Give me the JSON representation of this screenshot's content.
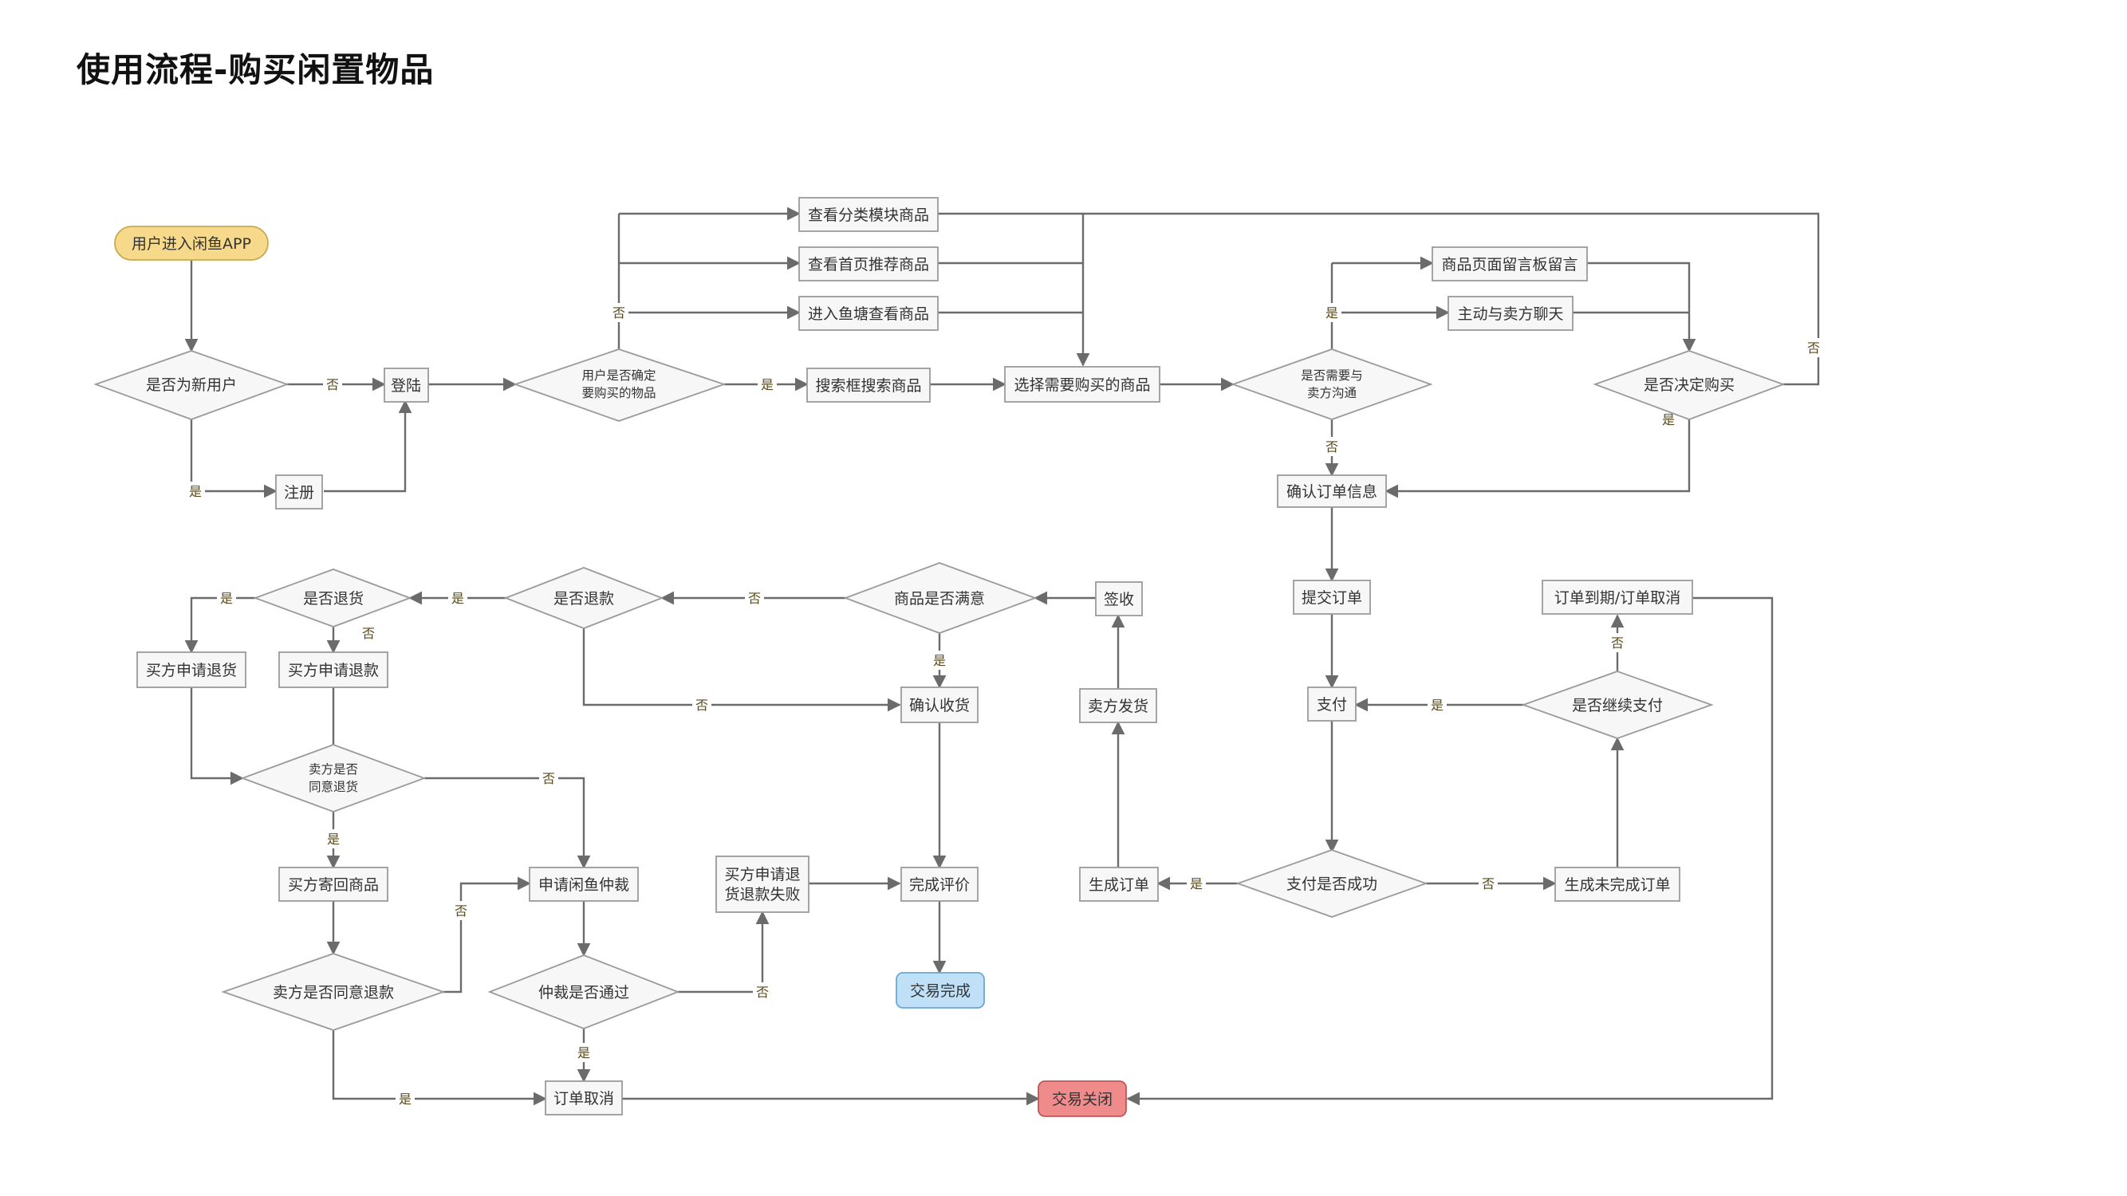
{
  "title": "使用流程-购买闲置物品",
  "nodes": {
    "start": "用户进入闲鱼APP",
    "is_new_user": "是否为新用户",
    "login": "登陆",
    "register": "注册",
    "sure_item": [
      "用户是否确定",
      "要购买的物品"
    ],
    "browse_category": "查看分类模块商品",
    "browse_home": "查看首页推荐商品",
    "browse_pond": "进入鱼塘查看商品",
    "search": "搜索框搜索商品",
    "select_item": "选择需要购买的商品",
    "need_talk": [
      "是否需要与",
      "卖方沟通"
    ],
    "leave_message": "商品页面留言板留言",
    "chat_seller": "主动与卖方聊天",
    "decide_buy": "是否决定购买",
    "confirm_order": "确认订单信息",
    "submit_order": "提交订单",
    "pay": "支付",
    "pay_success": "支付是否成功",
    "gen_order": "生成订单",
    "gen_unfinished": "生成未完成订单",
    "continue_pay": "是否继续支付",
    "order_expired": "订单到期/订单取消",
    "seller_ship": "卖方发货",
    "sign": "签收",
    "satisfied": "商品是否满意",
    "confirm_receipt": "确认收货",
    "refund_q": "是否退款",
    "return_q": "是否退货",
    "apply_return": "买方申请退货",
    "apply_refund": "买方申请退款",
    "seller_agree_return": [
      "卖方是否",
      "同意退货"
    ],
    "send_back": "买方寄回商品",
    "seller_agree_refund": "卖方是否同意退款",
    "apply_arbitration": "申请闲鱼仲裁",
    "arbitration_pass": "仲裁是否通过",
    "refund_fail": [
      "买方申请退",
      "货退款失败"
    ],
    "review": "完成评价",
    "trade_done": "交易完成",
    "order_cancel": "订单取消",
    "trade_closed": "交易关闭"
  },
  "edge_labels": {
    "yes": "是",
    "no": "否"
  },
  "colors": {
    "start": "#f7d98c",
    "done": "#bfe0f6",
    "closed": "#ef8b8b",
    "node": "#f7f7f7",
    "edge": "#6b6b6b"
  }
}
